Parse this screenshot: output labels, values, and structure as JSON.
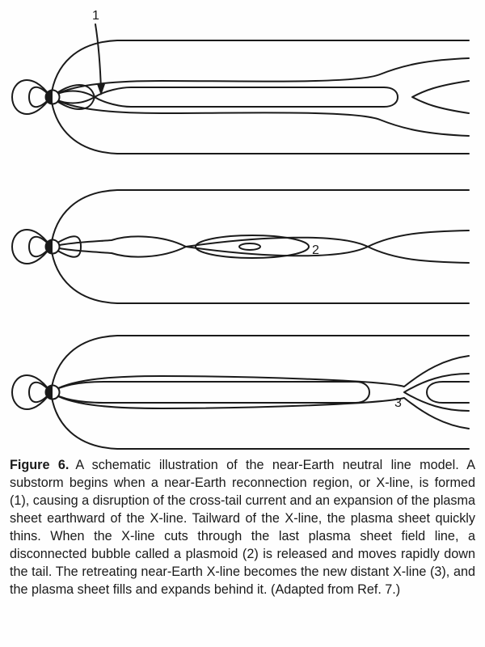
{
  "figure": {
    "label_1": "1",
    "label_2": "2",
    "label_3": "3"
  },
  "caption": {
    "label": "Figure 6.",
    "text": "A schematic illustration of the near-Earth neutral line model. A substorm begins when a near-Earth reconnection region, or X-line, is formed (1), causing a disruption of the cross-tail current and an expansion of the plasma sheet earthward of the X-line. Tailward of the X-line, the plasma sheet quickly thins. When the X-line cuts through the last plasma sheet field line, a disconnected bubble called a plasmoid (2) is released and moves rapidly down the tail. The retreating near-Earth X-line becomes the new distant X-line (3), and the plasma sheet fills and expands behind it. (Adapted from Ref. 7.)"
  }
}
